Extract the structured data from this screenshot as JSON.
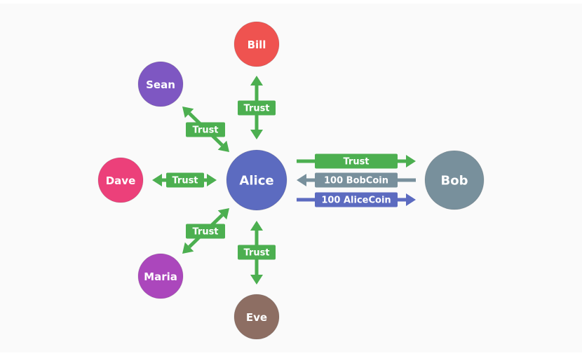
{
  "colors": {
    "trust": "#4caf50",
    "bobcoin": "#78909c",
    "alicecoin": "#5c6bc0",
    "alice": "#5c6bc0",
    "bob": "#78909c",
    "bill": "#ef5350",
    "sean": "#7e57c2",
    "dave": "#ec407a",
    "maria": "#ab47bc",
    "eve": "#8d6e63",
    "background": "#fafafa"
  },
  "nodes": [
    {
      "id": "alice",
      "label": "Alice",
      "color_key": "alice"
    },
    {
      "id": "bob",
      "label": "Bob",
      "color_key": "bob"
    },
    {
      "id": "bill",
      "label": "Bill",
      "color_key": "bill"
    },
    {
      "id": "sean",
      "label": "Sean",
      "color_key": "sean"
    },
    {
      "id": "dave",
      "label": "Dave",
      "color_key": "dave"
    },
    {
      "id": "maria",
      "label": "Maria",
      "color_key": "maria"
    },
    {
      "id": "eve",
      "label": "Eve",
      "color_key": "eve"
    }
  ],
  "edges": [
    {
      "id": "alice-bill",
      "from": "alice",
      "to": "bill",
      "label": "Trust",
      "direction": "both",
      "color_key": "trust"
    },
    {
      "id": "alice-sean",
      "from": "alice",
      "to": "sean",
      "label": "Trust",
      "direction": "both",
      "color_key": "trust"
    },
    {
      "id": "alice-dave",
      "from": "alice",
      "to": "dave",
      "label": "Trust",
      "direction": "both",
      "color_key": "trust"
    },
    {
      "id": "alice-maria",
      "from": "alice",
      "to": "maria",
      "label": "Trust",
      "direction": "both",
      "color_key": "trust"
    },
    {
      "id": "alice-eve",
      "from": "alice",
      "to": "eve",
      "label": "Trust",
      "direction": "both",
      "color_key": "trust"
    },
    {
      "id": "alice-bob-trust",
      "from": "alice",
      "to": "bob",
      "label": "Trust",
      "direction": "forward",
      "color_key": "trust"
    },
    {
      "id": "bob-alice-bobcoin",
      "from": "bob",
      "to": "alice",
      "label": "100 BobCoin",
      "direction": "forward",
      "color_key": "bobcoin"
    },
    {
      "id": "alice-bob-alicecoin",
      "from": "alice",
      "to": "bob",
      "label": "100 AliceCoin",
      "direction": "forward",
      "color_key": "alicecoin"
    }
  ]
}
